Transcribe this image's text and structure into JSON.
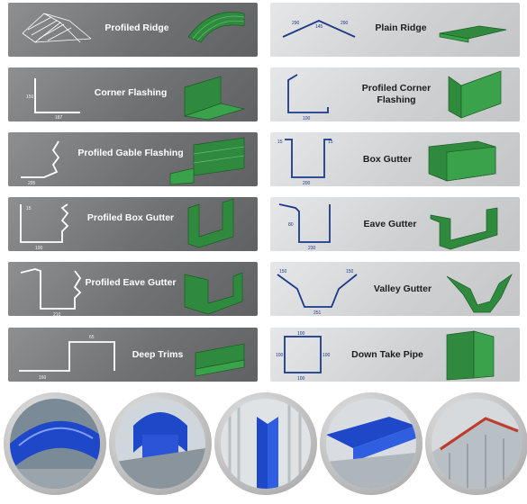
{
  "colors": {
    "accent_green": "#2f8a3e",
    "ridge_blue": "#1f48c8",
    "dark_panel": "#6f7173",
    "light_panel": "#cfd1d3"
  },
  "left_panels": [
    {
      "label": "Profiled Ridge",
      "dims": []
    },
    {
      "label": "Corner Flashing",
      "dims": [
        "150",
        "187"
      ]
    },
    {
      "label": "Profiled Gable Flashing",
      "dims": [
        "295"
      ]
    },
    {
      "label": "Profiled Box Gutter",
      "dims": [
        "15",
        "100"
      ]
    },
    {
      "label": "Profiled Eave Gutter",
      "dims": [
        "210"
      ]
    },
    {
      "label": "Deep Trims",
      "dims": [
        "65",
        "160"
      ]
    }
  ],
  "right_panels": [
    {
      "label": "Plain Ridge",
      "dims": [
        "145",
        "290",
        "290"
      ]
    },
    {
      "label": "Profiled Corner Flashing",
      "dims": [
        "100"
      ]
    },
    {
      "label": "Box Gutter",
      "dims": [
        "15",
        "15",
        "200"
      ]
    },
    {
      "label": "Eave Gutter",
      "dims": [
        "80",
        "230"
      ]
    },
    {
      "label": "Valley Gutter",
      "dims": [
        "150",
        "150",
        "251"
      ]
    },
    {
      "label": "Down Take Pipe",
      "dims": [
        "100",
        "100",
        "100",
        "100"
      ]
    }
  ],
  "photos": [
    "ridge-cap-photo",
    "curved-ridge-photo",
    "corner-trim-photo",
    "gutter-photo",
    "gable-flashing-photo"
  ]
}
